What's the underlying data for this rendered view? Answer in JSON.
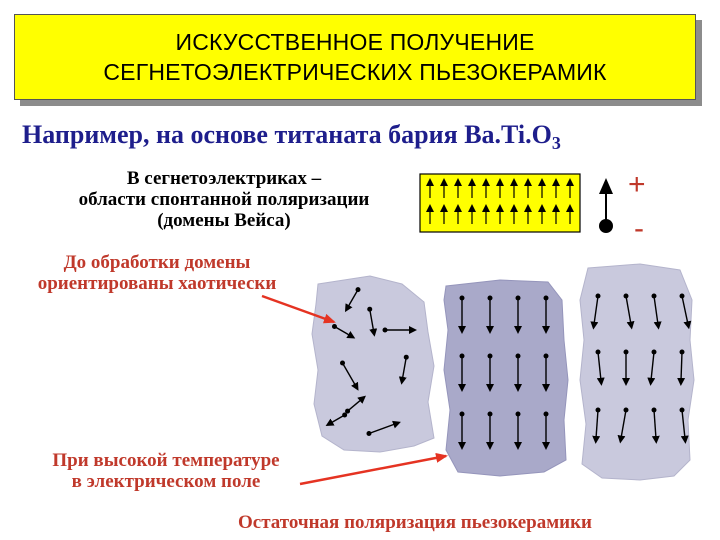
{
  "title": {
    "line1": "ИСКУССТВЕННОЕ ПОЛУЧЕНИЕ",
    "line2": "СЕГНЕТОЭЛЕКТРИЧЕСКИХ ПЬЕЗОКЕРАМИК"
  },
  "subtitle": {
    "text": "Например, на основе титаната бария ",
    "formula": "Ba.Ti.O",
    "formula_sub": "3"
  },
  "description": {
    "line1": "В сегнетоэлектриках –",
    "line2": "области спонтанной поляризации",
    "line3": "(домены Вейса)"
  },
  "captions": {
    "before_line1": "До обработки домены",
    "before_line2": "ориентированы хаотически",
    "field_line1": "При высокой температуре",
    "field_line2": "в электрическом поле",
    "residual": "Остаточная поляризация пьезокерамики"
  },
  "dipole": {
    "plus": "+",
    "minus": "-"
  },
  "colors": {
    "title_bg": "#ffff00",
    "subtitle": "#1e1e8c",
    "red_text": "#c0392b",
    "arrow_red": "#e53322",
    "grain": "#c9c9dd",
    "grain_dark": "#a9a9c9"
  }
}
